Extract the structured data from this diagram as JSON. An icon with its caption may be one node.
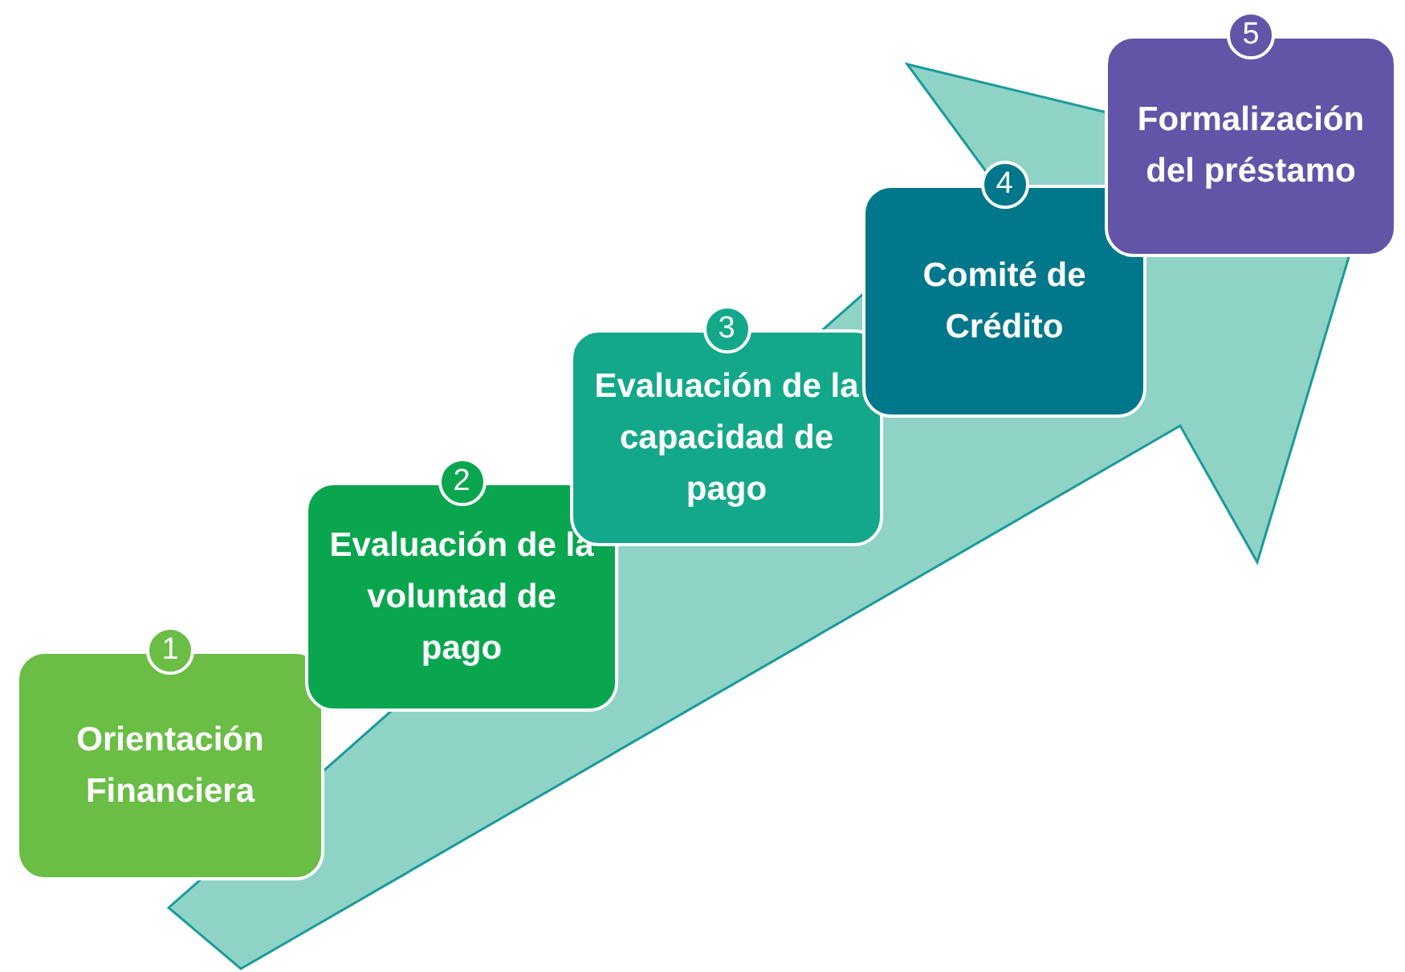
{
  "diagram": {
    "nodes": [
      {
        "text": [
          "Orientación Financiera"
        ]
      },
      {
        "text": [
          "1"
        ]
      },
      {
        "text": [
          "Evaluación de la voluntad de pago"
        ]
      },
      {
        "text": [
          "2"
        ]
      },
      {
        "text": [
          "Evaluación de la capacidad de pago"
        ]
      },
      {
        "text": [
          "3"
        ]
      },
      {
        "text": [
          "Comité de Crédito"
        ]
      },
      {
        "text": [
          "4"
        ]
      },
      {
        "text": [
          "Formalización del préstamo"
        ]
      },
      {
        "text": [
          "5"
        ]
      }
    ]
  }
}
